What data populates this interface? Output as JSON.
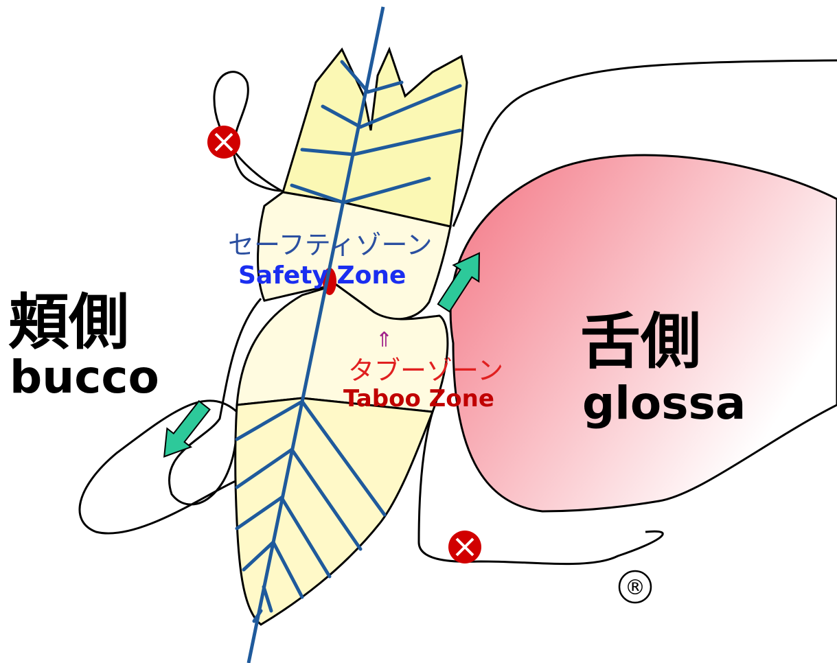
{
  "labels": {
    "buccal_jp": "頬側",
    "buccal_en": "bucco",
    "lingual_jp": "舌側",
    "lingual_en": "glossa",
    "safety_jp": "セーフティゾーン",
    "safety_en": "Safety Zone",
    "taboo_arrow": "⇑",
    "taboo_jp": "タブーゾーン",
    "taboo_en": "Taboo Zone",
    "registered": "®"
  },
  "colors": {
    "tooth_fill": "#fbf8b4",
    "root_fill": "#fff9c8",
    "axis_line": "#1f5a9c",
    "tongue_start": "#f58a96",
    "tongue_end": "#ffffff",
    "arrow_fill": "#2dc99a",
    "marker_fill": "#d10000",
    "safety_jp_color": "#2b4fa0",
    "safety_en_color": "#1a2ef0",
    "taboo_jp_color": "#e02020",
    "taboo_en_color": "#c00000",
    "taboo_arrow_color": "#a0208a"
  },
  "icons": {
    "markers": "x-circle-icon",
    "arrows": "direction-arrow-icon",
    "registered": "registered-mark-icon"
  }
}
